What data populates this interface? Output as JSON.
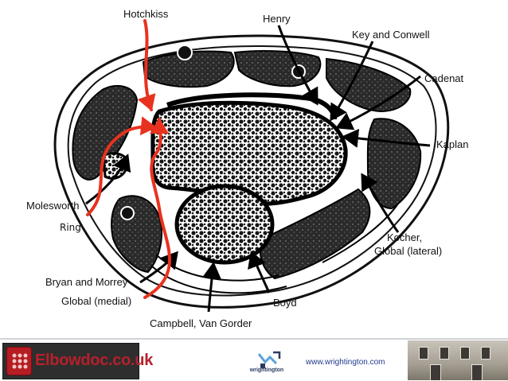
{
  "diagram": {
    "labels": {
      "hotchkiss": "Hotchkiss",
      "henry": "Henry",
      "key_conwell": "Key and Conwell",
      "cadenat": "Cadenat",
      "kaplan": "Kaplan",
      "kocher_1": "Kocher,",
      "kocher_2": "Global (lateral)",
      "molesworth": "Molesworth",
      "ring": "Ring",
      "bryan_morrey": "Bryan and Morrey",
      "global_medial": "Global (medial)",
      "boyd": "Boyd",
      "campbell": "Campbell, Van Gorder"
    },
    "colors": {
      "highlight_arrow": "#e8321f",
      "arrow": "#000000",
      "muscle_fill": "#2b2b2b",
      "bone_fill": "#1a1a1a"
    }
  },
  "footer": {
    "brand": "Elbowdoc.co.uk",
    "logo_text": "wrightington",
    "website": "www.wrightington.com"
  }
}
